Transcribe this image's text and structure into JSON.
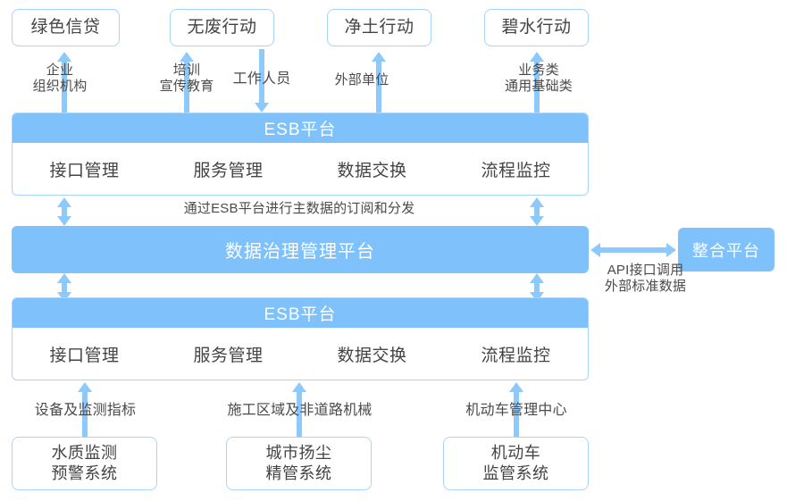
{
  "colors": {
    "accent_fill": "#7FC2FB",
    "accent_arrow": "#8EC9FB",
    "box_border": "#A8D4FB",
    "text_dark": "#444444",
    "text_on_accent": "#FFFFFF",
    "background": "#FFFFFF"
  },
  "top_systems": [
    {
      "label": "绿色信贷"
    },
    {
      "label": "无废行动"
    },
    {
      "label": "净土行动"
    },
    {
      "label": "碧水行动"
    }
  ],
  "top_connectors": [
    {
      "label": "企业\n组织机构",
      "direction": "up"
    },
    {
      "label": "培训\n宣传教育",
      "direction": "up"
    },
    {
      "label": "工作人员",
      "direction": "down"
    },
    {
      "label": "外部单位",
      "direction": "up"
    },
    {
      "label": "业务类\n通用基础类",
      "direction": "up"
    }
  ],
  "esb_upper": {
    "title": "ESB平台",
    "modules": [
      "接口管理",
      "服务管理",
      "数据交换",
      "流程监控"
    ]
  },
  "esb_lower": {
    "title": "ESB平台",
    "modules": [
      "接口管理",
      "服务管理",
      "数据交换",
      "流程监控"
    ]
  },
  "middle_connector": {
    "label": "通过ESB平台进行主数据的订阅和分发",
    "direction": "bidirectional"
  },
  "governance_platform": {
    "label": "数据治理管理平台"
  },
  "integration_platform": {
    "label": "整合平台"
  },
  "integration_connector": {
    "label": "API接口调用\n外部标准数据",
    "direction": "bidirectional"
  },
  "bottom_connectors": [
    {
      "label": "设备及监测指标",
      "direction": "up"
    },
    {
      "label": "施工区域及非道路机械",
      "direction": "up"
    },
    {
      "label": "机动车管理中心",
      "direction": "up"
    }
  ],
  "bottom_systems": [
    {
      "label": "水质监测\n预警系统"
    },
    {
      "label": "城市扬尘\n精管系统"
    },
    {
      "label": "机动车\n监管系统"
    }
  ]
}
